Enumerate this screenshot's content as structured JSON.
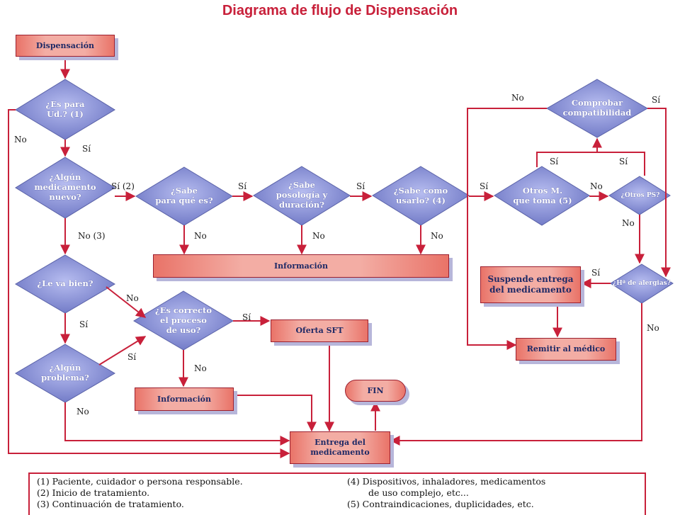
{
  "title": "Diagrama de flujo de Dispensación",
  "boxes": {
    "dispensacion": "Dispensación",
    "informacion_top": "Información",
    "oferta_sft": "Oferta SFT",
    "informacion_bottom": "Información",
    "fin": "FIN",
    "entrega": "Entrega del\nmedicamento",
    "suspende": "Suspende entrega\ndel medicamento",
    "remitir": "Remitir al médico"
  },
  "diamonds": {
    "es_para": "¿Es para\nUd.? (1)",
    "algun_medicamento": "¿Algún\nmedicamento\nnuevo?",
    "sabe_para": "¿Sabe\npara qué es?",
    "sabe_posologia": "¿Sabe\nposología y\nduración?",
    "sabe_usarlo": "¿Sabe como\nusarlo? (4)",
    "otros_m": "Otros M.\nque toma (5)",
    "otros_ps": "¿Otros PS?",
    "comprobar": "Comprobar\ncompatibilidad",
    "alergias": "¿Hª de alergias?",
    "le_va_bien": "¿Le va bien?",
    "es_correcto": "¿Es correcto\nel proceso\nde uso?",
    "algun_problema": "¿Algún\nproblema?"
  },
  "edge_labels": {
    "no_es_para": "No",
    "si_es_para": "Sí",
    "si2": "Sí (2)",
    "no3": "No (3)",
    "si_sabe_para": "Sí",
    "si_sabe_posologia": "Sí",
    "si_sabe_usarlo": "Sí",
    "no_sabe_para": "No",
    "no_sabe_posologia": "No",
    "no_sabe_usarlo": "No",
    "no_otros_m": "No",
    "no_comprobar": "No",
    "si_comprobar": "Sí",
    "si_otros_m_up": "Sí",
    "si_otros_ps_up": "Sí",
    "no_otros_ps": "No",
    "si_alergias": "Sí",
    "no_alergias": "No",
    "no_le_va_bien": "No",
    "si_le_va_bien": "Sí",
    "si_es_correcto": "Sí",
    "no_es_correcto": "No",
    "si_algun_problema": "Sí",
    "no_algun_problema": "No"
  },
  "legend": {
    "l1": "(1) Paciente, cuidador o persona responsable.",
    "l2": "(2) Inicio de tratamiento.",
    "l3": "(3) Continuación de tratamiento.",
    "l4": "(4) Dispositivos, inhaladores, medicamentos",
    "l4b": "de uso complejo, etc...",
    "l5": "(5) Contraindicaciones, duplicidades, etc."
  },
  "colors": {
    "accent": "#c8203a",
    "diamond_fill": "#8d95d6",
    "box_fill": "#f3ada4",
    "shadow": "#b7b6da"
  }
}
